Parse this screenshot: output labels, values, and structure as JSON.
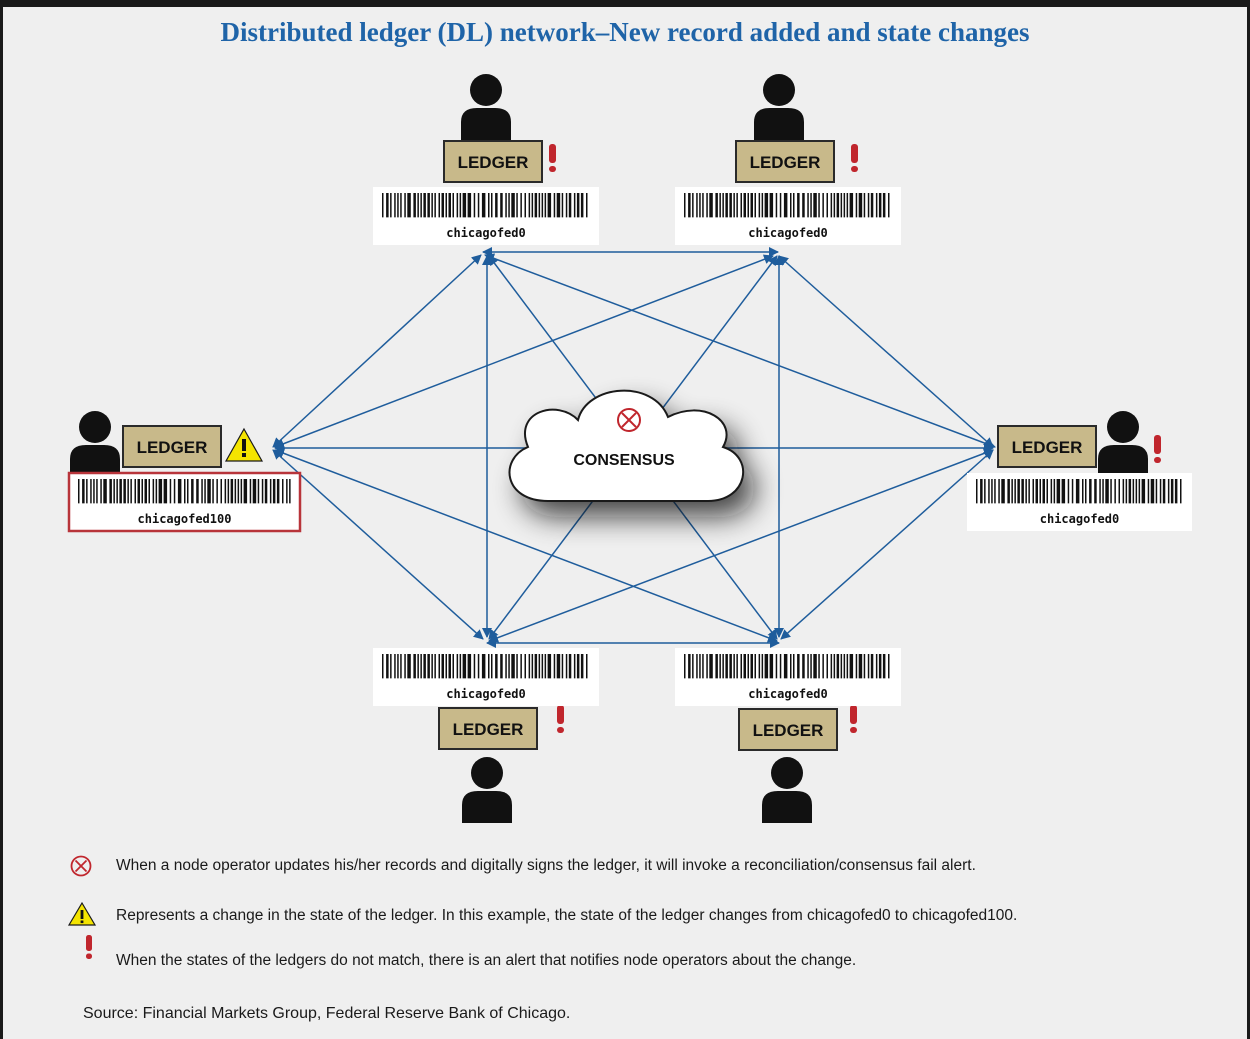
{
  "title": "Distributed ledger (DL) network–New record added and state changes",
  "consensus": {
    "label": "CONSENSUS",
    "icon": "consensus-fail-icon"
  },
  "nodes": [
    {
      "id": "top-left",
      "ledger_label": "LEDGER",
      "barcode_text": "chicagofed0",
      "alert": "mismatch"
    },
    {
      "id": "top-right",
      "ledger_label": "LEDGER",
      "barcode_text": "chicagofed0",
      "alert": "mismatch"
    },
    {
      "id": "left",
      "ledger_label": "LEDGER",
      "barcode_text": "chicagofed100",
      "alert": "state-change"
    },
    {
      "id": "right",
      "ledger_label": "LEDGER",
      "barcode_text": "chicagofed0",
      "alert": "mismatch"
    },
    {
      "id": "bottom-left",
      "ledger_label": "LEDGER",
      "barcode_text": "chicagofed0",
      "alert": "mismatch"
    },
    {
      "id": "bottom-right",
      "ledger_label": "LEDGER",
      "barcode_text": "chicagofed0",
      "alert": "mismatch"
    }
  ],
  "legend": [
    {
      "icon": "consensus-fail-icon",
      "text": "When a node operator updates his/her records and digitally signs the ledger, it will invoke a reconciliation/consensus fail alert."
    },
    {
      "icon": "warning-triangle-icon",
      "text": "Represents a change in the state of the ledger. In this example, the state of the ledger changes from chicagofed0 to chicagofed100."
    },
    {
      "icon": "exclamation-icon",
      "text": "When the states of the ledgers do not match, there is an alert that notifies node operators about the change."
    }
  ],
  "source": "Source: Financial Markets Group, Federal Reserve Bank of Chicago.",
  "colors": {
    "title": "#1f64a8",
    "arrow": "#1f5d9c",
    "ledger_fill": "#c8b98a",
    "alert_red": "#c0262d",
    "warning_yellow": "#f4e400",
    "highlight_border": "#b8343a",
    "background": "#efefef"
  }
}
